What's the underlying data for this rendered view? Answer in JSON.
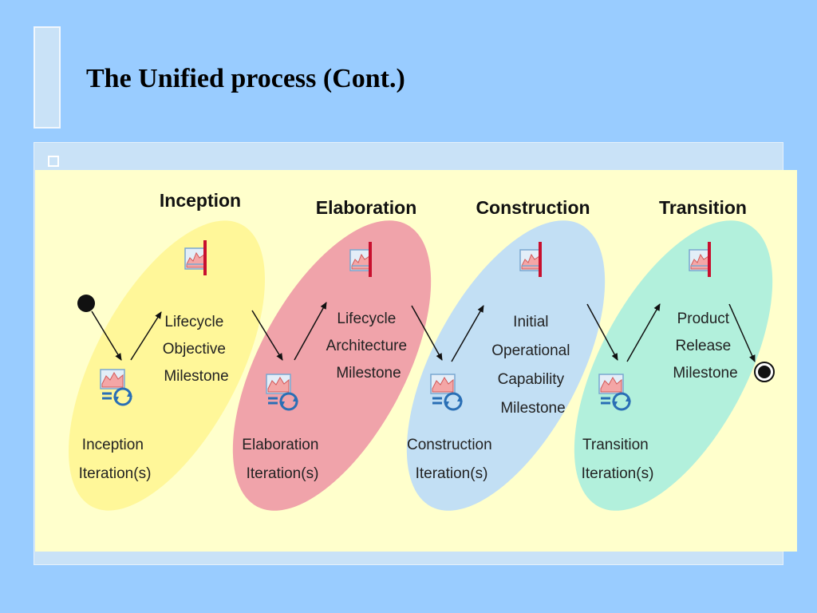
{
  "slide": {
    "title": "The Unified process (Cont.)"
  },
  "diagram": {
    "phases": [
      {
        "name": "Inception",
        "color": "#fff799",
        "milestone": [
          "Lifecycle",
          "Objective",
          "Milestone"
        ],
        "iteration": [
          "Inception",
          "Iteration(s)"
        ]
      },
      {
        "name": "Elaboration",
        "color": "#f0a3aa",
        "milestone": [
          "Lifecycle",
          "Architecture",
          "Milestone"
        ],
        "iteration": [
          "Elaboration",
          "Iteration(s)"
        ]
      },
      {
        "name": "Construction",
        "color": "#c2dff4",
        "milestone": [
          "Initial",
          "Operational",
          "Capability",
          "Milestone"
        ],
        "iteration": [
          "Construction",
          "Iteration(s)"
        ]
      },
      {
        "name": "Transition",
        "color": "#b2f0dc",
        "milestone": [
          "Product",
          "Release",
          "Milestone"
        ],
        "iteration": [
          "Transition",
          "Iteration(s)"
        ]
      }
    ],
    "icons": {
      "milestone": "milestone-chart-icon",
      "iteration": "iteration-cycle-icon",
      "start": "start-node-icon",
      "end": "end-node-icon"
    },
    "colors": {
      "arrow": "#111111",
      "milestone_bar": "#c8102e",
      "icon_blue": "#2a6fb5"
    }
  }
}
